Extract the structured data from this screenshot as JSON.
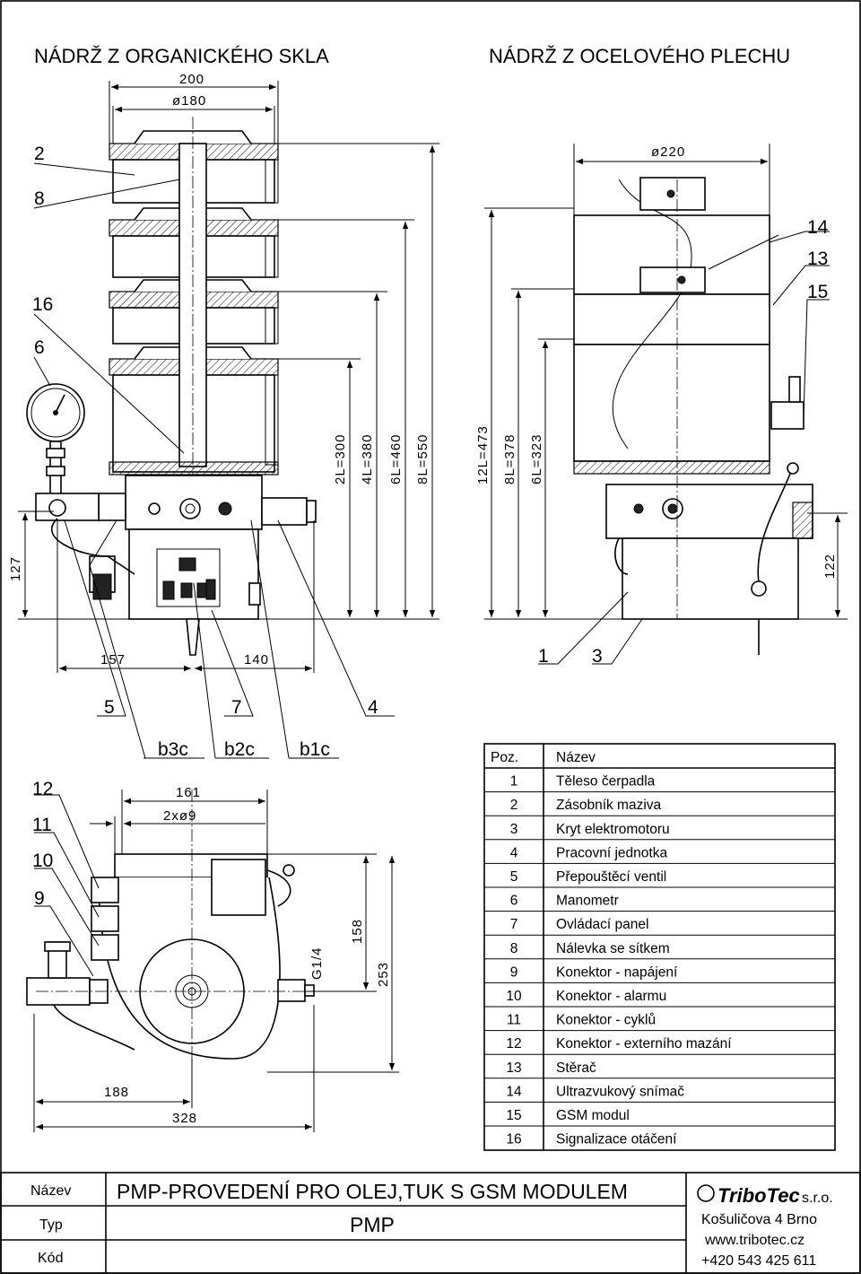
{
  "headings": {
    "left": "NÁDRŽ Z ORGANICKÉHO SKLA",
    "right": "NÁDRŽ Z OCELOVÉHO PLECHU"
  },
  "dimensions": {
    "width_200": "200",
    "dia_180": "ø180",
    "dia_220": "ø220",
    "h_2L": "2L=300",
    "h_4L": "4L=380",
    "h_6L": "6L=460",
    "h_8L": "8L=550",
    "h_12L": "12L=473",
    "h_8L_steel": "8L=378",
    "h_6L_steel": "6L=323",
    "left_127": "127",
    "right_122": "122",
    "w_157": "157",
    "w_140": "140",
    "w_161": "161",
    "holes_2x9": "2xø9",
    "thread": "G1/4",
    "h_158": "158",
    "h_253": "253",
    "w_188": "188",
    "w_328": "328"
  },
  "position_labels": {
    "p1": "1",
    "p2": "2",
    "p3": "3",
    "p4": "4",
    "p5": "5",
    "p6": "6",
    "p7": "7",
    "p8": "8",
    "p9": "9",
    "p10": "10",
    "p11": "11",
    "p12": "12",
    "p13": "13",
    "p14": "14",
    "p15": "15",
    "p16": "16",
    "b1c": "b1c",
    "b2c": "b2c",
    "b3c": "b3c"
  },
  "parts_table": {
    "header_pos": "Poz.",
    "header_name": "Název",
    "rows": [
      {
        "pos": "1",
        "name": "Těleso čerpadla"
      },
      {
        "pos": "2",
        "name": "Zásobník maziva"
      },
      {
        "pos": "3",
        "name": "Kryt elektromotoru"
      },
      {
        "pos": "4",
        "name": "Pracovní jednotka"
      },
      {
        "pos": "5",
        "name": "Přepouštěcí ventil"
      },
      {
        "pos": "6",
        "name": "Manometr"
      },
      {
        "pos": "7",
        "name": "Ovládací panel"
      },
      {
        "pos": "8",
        "name": "Nálevka se sítkem"
      },
      {
        "pos": "9",
        "name": "Konektor - napájení"
      },
      {
        "pos": "10",
        "name": "Konektor - alarmu"
      },
      {
        "pos": "11",
        "name": "Konektor - cyklů"
      },
      {
        "pos": "12",
        "name": "Konektor - externího mazání"
      },
      {
        "pos": "13",
        "name": "Stěrač"
      },
      {
        "pos": "14",
        "name": "Ultrazvukový snímač"
      },
      {
        "pos": "15",
        "name": "GSM modul"
      },
      {
        "pos": "16",
        "name": "Signalizace otáčení"
      }
    ]
  },
  "title_block": {
    "label_name": "Název",
    "label_type": "Typ",
    "label_code": "Kód",
    "name_value": "PMP-PROVEDENÍ PRO OLEJ,TUK S GSM MODULEM",
    "type_value": "PMP",
    "code_value": "",
    "company_logo": "TriboTec",
    "company_suffix": "s.r.o.",
    "address": "Košuličova 4 Brno",
    "web": "www.tribotec.cz",
    "phone": "+420 543 425 611"
  }
}
